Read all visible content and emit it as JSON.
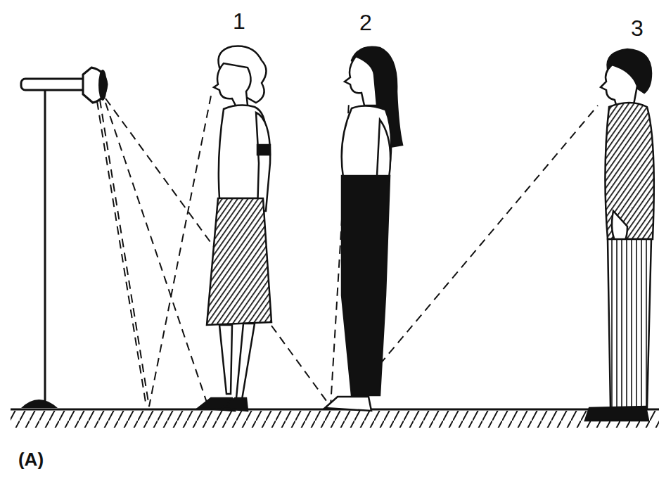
{
  "diagram": {
    "labels": [
      "1",
      "2",
      "3",
      "(A)"
    ]
  }
}
